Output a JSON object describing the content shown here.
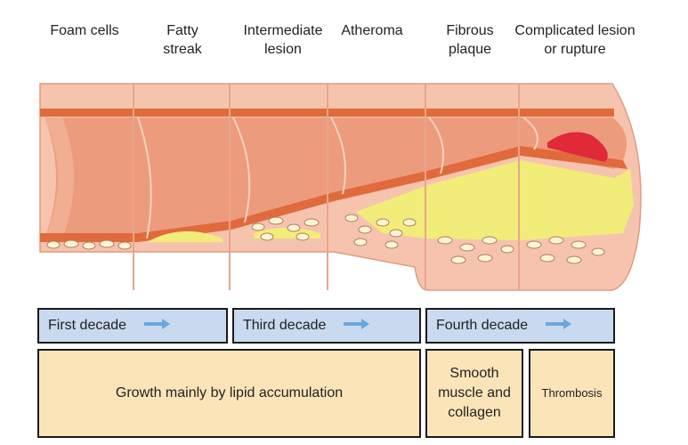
{
  "stages": [
    {
      "label_line1": "Foam cells",
      "label_line2": ""
    },
    {
      "label_line1": "Fatty",
      "label_line2": "streak"
    },
    {
      "label_line1": "Intermediate",
      "label_line2": "lesion"
    },
    {
      "label_line1": "Atheroma",
      "label_line2": ""
    },
    {
      "label_line1": "Fibrous",
      "label_line2": "plaque"
    },
    {
      "label_line1": "Complicated lesion",
      "label_line2": "or rupture"
    }
  ],
  "decades": [
    {
      "label": "First decade"
    },
    {
      "label": "Third decade"
    },
    {
      "label": "Fourth decade"
    }
  ],
  "phases": [
    {
      "label_line1": "Growth mainly by lipid accumulation",
      "label_line2": "",
      "label_line3": ""
    },
    {
      "label_line1": "Smooth",
      "label_line2": "muscle and",
      "label_line3": "collagen"
    },
    {
      "label_line1": "Thrombosis",
      "label_line2": "",
      "label_line3": ""
    }
  ],
  "colors": {
    "vessel_outer": "#f6c4ae",
    "vessel_lumen": "#ec9c7d",
    "intima_stripe": "#e06a3c",
    "lipid": "#f2ec7a",
    "thrombus": "#e02a3a",
    "decade_box": "#c9d9ef",
    "phase_box": "#fbe5b8",
    "arrow": "#6aa7de"
  }
}
